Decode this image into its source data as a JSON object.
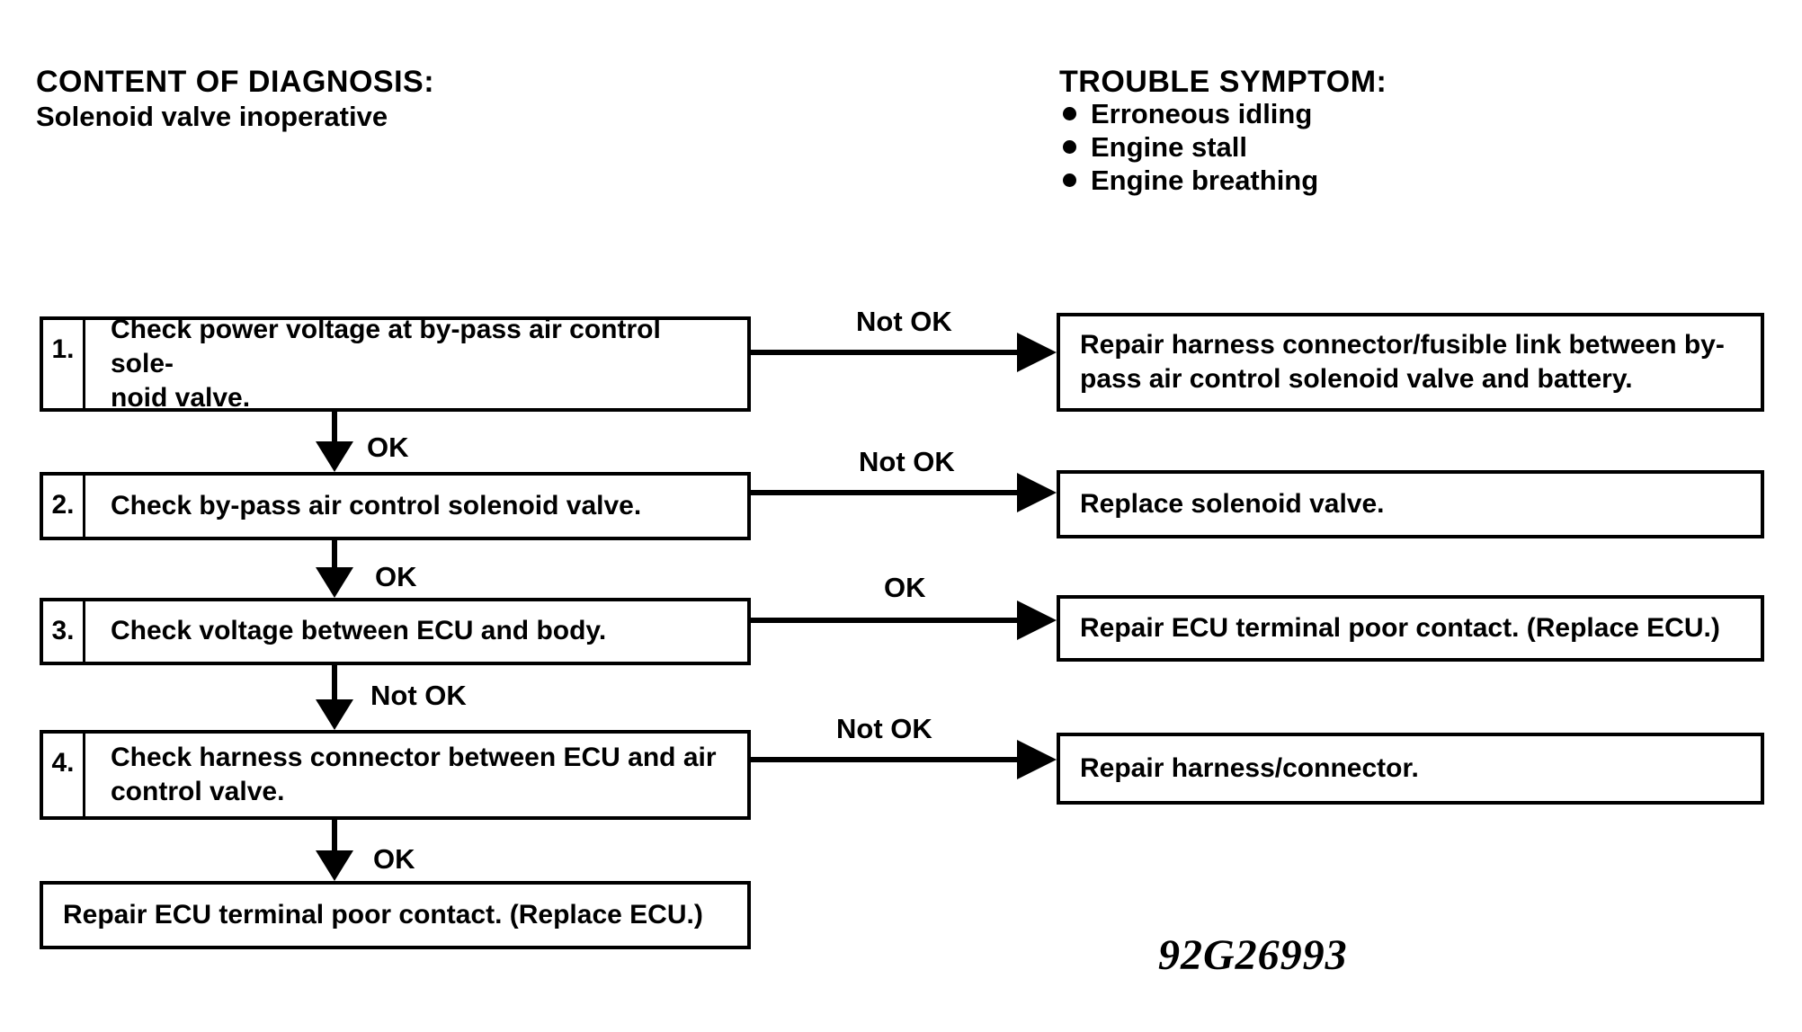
{
  "colors": {
    "ink": "#000000",
    "paper": "#ffffff"
  },
  "header": {
    "diagnosis_label": "CONTENT OF DIAGNOSIS:",
    "diagnosis_value": "Solenoid valve inoperative"
  },
  "symptoms": {
    "label": "TROUBLE SYMPTOM:",
    "items": [
      "Erroneous idling",
      "Engine stall",
      "Engine breathing"
    ]
  },
  "flowchart": {
    "steps": [
      {
        "number": "1.",
        "text": "Check power voltage at by-pass air control sole-\nnoid valve.",
        "branch_label": "Not OK",
        "branch_result": "Repair harness connector/fusible link between by-\npass air control solenoid valve and battery.",
        "down_label": "OK"
      },
      {
        "number": "2.",
        "text": "Check by-pass air control solenoid valve.",
        "branch_label": "Not OK",
        "branch_result": "Replace solenoid valve.",
        "down_label": "OK"
      },
      {
        "number": "3.",
        "text": "Check voltage between ECU and body.",
        "branch_label": "OK",
        "branch_result": "Repair ECU terminal poor contact. (Replace ECU.)",
        "down_label": "Not OK"
      },
      {
        "number": "4.",
        "text": "Check harness connector between ECU and air\ncontrol valve.",
        "branch_label": "Not OK",
        "branch_result": "Repair harness/connector.",
        "down_label": "OK"
      }
    ],
    "final_result": "Repair ECU terminal poor contact. (Replace ECU.)"
  },
  "figure_code": "92G26993"
}
